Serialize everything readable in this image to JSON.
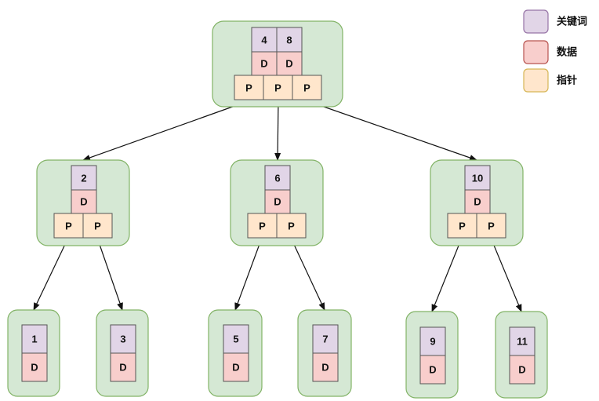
{
  "legend": {
    "key_label": "关键词",
    "data_label": "数据",
    "pointer_label": "指针",
    "key_color": "#e1d5e7",
    "data_color": "#f8cecc",
    "pointer_color": "#ffe6cc"
  },
  "cells": {
    "data": "D",
    "pointer": "P"
  },
  "tree": {
    "root": {
      "keys": [
        "4",
        "8"
      ]
    },
    "level1": [
      {
        "keys": [
          "2"
        ]
      },
      {
        "keys": [
          "6"
        ]
      },
      {
        "keys": [
          "10"
        ]
      }
    ],
    "leaves": [
      {
        "keys": [
          "1"
        ]
      },
      {
        "keys": [
          "3"
        ]
      },
      {
        "keys": [
          "5"
        ]
      },
      {
        "keys": [
          "7"
        ]
      },
      {
        "keys": [
          "9"
        ]
      },
      {
        "keys": [
          "11"
        ]
      }
    ]
  }
}
